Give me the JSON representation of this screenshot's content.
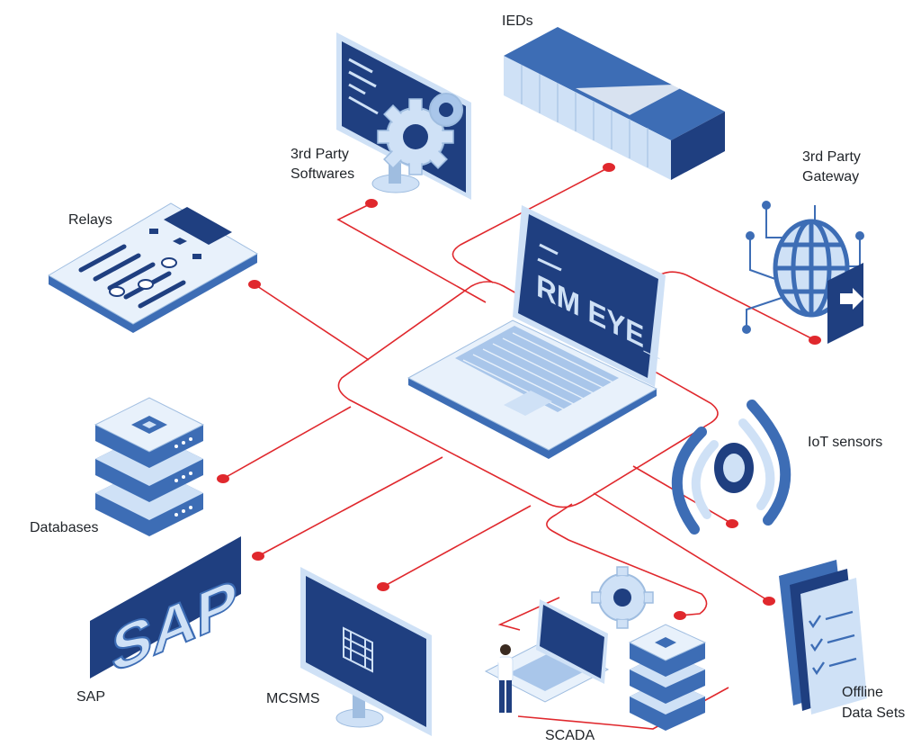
{
  "center": {
    "screen_text": "RM EYE_"
  },
  "labels": {
    "ieds": "IEDs",
    "third_party_softwares_line1": "3rd Party",
    "third_party_softwares_line2": "Softwares",
    "third_party_gateway_line1": "3rd Party",
    "third_party_gateway_line2": "Gateway",
    "relays": "Relays",
    "iot_sensors": "IoT sensors",
    "databases": "Databases",
    "sap": "SAP",
    "sap_logo_text": "SAP",
    "mcsms": "MCSMS",
    "scada": "SCADA",
    "offline_line1": "Offline",
    "offline_line2": "Data Sets"
  },
  "colors": {
    "connector": "#e0282d",
    "dark_blue": "#1f3f80",
    "mid_blue": "#3d6db5",
    "light_blue": "#cfe1f6",
    "pale_blue": "#e8f1fb",
    "label_text": "#1f2328"
  }
}
